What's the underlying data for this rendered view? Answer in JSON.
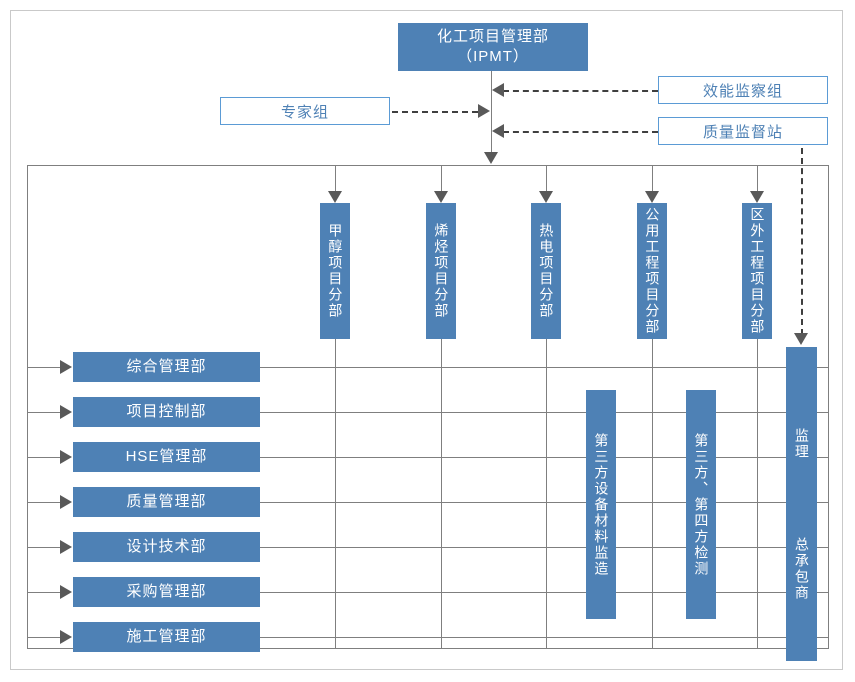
{
  "diagram": {
    "title_box": {
      "label": "化工项目管理部\n（IPMT）",
      "line1": "化工项目管理部",
      "line2": "（IPMT）"
    },
    "side_boxes": [
      {
        "label": "效能监察组",
        "style": "outline",
        "relation": "dashed-arrow-to-ipmt"
      },
      {
        "label": "质量监督站",
        "style": "outline",
        "relation": "dashed-arrow-to-ipmt"
      }
    ],
    "expert_box": {
      "label": "专家组",
      "style": "outline",
      "relation": "dashed-arrow-to-ipmt"
    },
    "project_branches": [
      {
        "label": "甲醇项目分部"
      },
      {
        "label": "烯烃项目分部"
      },
      {
        "label": "热电项目分部"
      },
      {
        "label": "公用工程项目分部"
      },
      {
        "label": "区外工程项目分部"
      }
    ],
    "departments": [
      {
        "label": "综合管理部"
      },
      {
        "label": "项目控制部"
      },
      {
        "label": "HSE管理部"
      },
      {
        "label": "质量管理部"
      },
      {
        "label": "设计技术部"
      },
      {
        "label": "采购管理部"
      },
      {
        "label": "施工管理部"
      }
    ],
    "third_party_boxes": [
      {
        "label": "第三方设备材料监造"
      },
      {
        "label": "第三方、第四方检测"
      }
    ],
    "contractor_box": {
      "upper_label": "监理",
      "lower_label": "总承包商"
    },
    "colors": {
      "fill_blue": "#4E81B5",
      "outline_blue": "#5B9BD5",
      "text_blue": "#4E81B5",
      "line_gray": "#7f7f7f",
      "arrow_gray": "#595959",
      "page_border": "#c9c9c9",
      "white": "#ffffff"
    }
  }
}
